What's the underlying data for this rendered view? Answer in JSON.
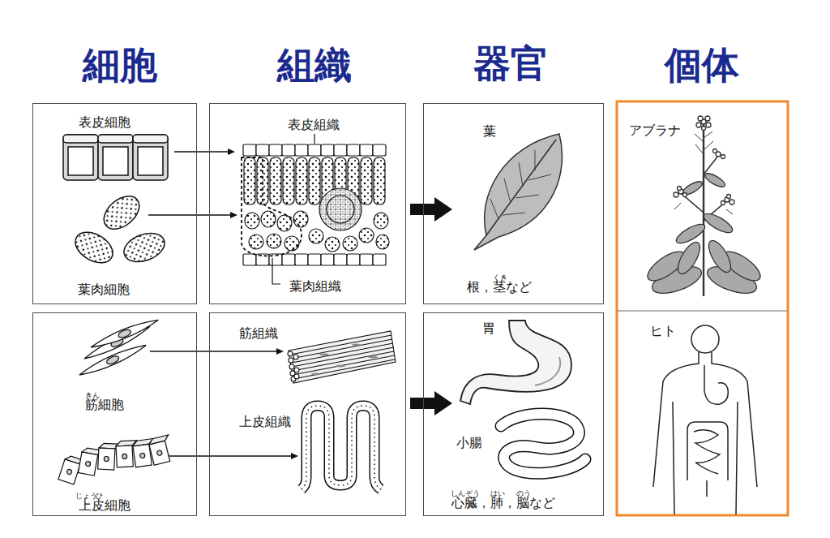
{
  "diagram": {
    "nodes": [
      {
        "text": [
          "表皮細胞",
          "葉肉細胞"
        ]
      },
      {
        "text": [
          "表皮組織",
          "葉肉組織"
        ]
      },
      {
        "text": [
          "葉",
          "くき",
          "根，茎など"
        ]
      },
      {
        "text": [
          "アブラナ"
        ]
      },
      {
        "text": [
          "きん",
          "筋細胞",
          "じょう",
          "ひ",
          "上皮細胞"
        ]
      },
      {
        "text": [
          "筋組織",
          "上皮組織"
        ]
      },
      {
        "text": [
          "胃",
          "小腸",
          "しんぞう",
          "はい",
          "のう",
          "心臓，肺，脳など"
        ]
      },
      {
        "text": [
          "ヒト"
        ]
      }
    ],
    "edges": [
      {
        "from": 0,
        "to": 1,
        "arrow": "to"
      },
      {
        "from": 0,
        "to": 1,
        "arrow": "to"
      },
      {
        "from": 1,
        "to": 2,
        "arrow": "to"
      },
      {
        "from": 4,
        "to": 5,
        "arrow": "to"
      },
      {
        "from": 4,
        "to": 5,
        "arrow": "to"
      },
      {
        "from": 5,
        "to": 6,
        "arrow": "to"
      }
    ],
    "labels": [
      "細胞",
      "組織",
      "器官",
      "個体"
    ]
  }
}
